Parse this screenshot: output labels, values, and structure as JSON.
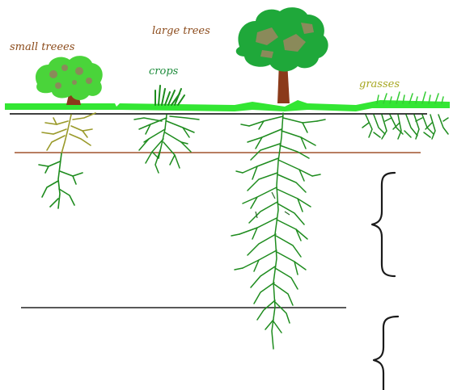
{
  "labels": {
    "small_trees": "small treees",
    "large_trees": "large trees",
    "crops": "crops",
    "grasses": "grasses"
  },
  "colors": {
    "ground": "#33e633",
    "root_dark": "#1e8c1e",
    "root_olive": "#9a9a2a",
    "trunk": "#8b3a1a",
    "label": "#8b4a1a",
    "label_crops": "#1e8c3c",
    "grass_label": "#a6a61e",
    "layer_line_top": "#000000",
    "layer_line_mid": "#a0522d"
  }
}
